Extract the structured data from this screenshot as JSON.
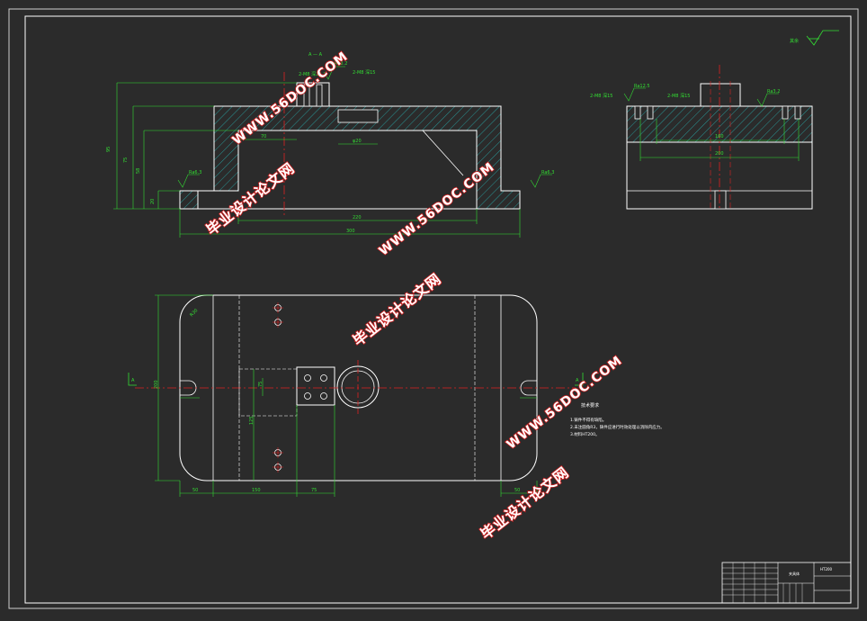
{
  "drawing": {
    "section_label": "A — A",
    "roughness_label": "其余",
    "roughness_values": {
      "r1": "Ra3.2",
      "r2": "Ra6.3",
      "r3": "Ra6.3",
      "r4": "Ra12.5",
      "r5": "Ra3.2"
    },
    "front_view_dims": {
      "overall_width": "300",
      "inner_width": "220",
      "slot_width": "70",
      "hole_dim": "φ20",
      "height_total": "95",
      "height_mid": "75",
      "height_inner": "58",
      "height_low": "20",
      "thread_note_1": "2-M8 深15",
      "thread_note_2": "2-M8 深15"
    },
    "side_view_dims": {
      "width_top": "160",
      "width_bottom": "200",
      "thread_note_left": "2-M8 深15",
      "thread_note_right": "2-M8 深15"
    },
    "plan_view_dims": {
      "length_1": "50",
      "length_2": "150",
      "length_3": "75",
      "length_4": "50",
      "height_1": "200",
      "height_2": "125",
      "height_3": "75",
      "radius": "R30",
      "section_marker_left": "A",
      "section_marker_right": "A"
    },
    "tech_requirements": {
      "title": "技术要求",
      "lines": [
        "1.铸件不得有缺陷。",
        "2.未注圆角R3，铸件应进行时效处理以消除内应力。",
        "3.材料HT200。"
      ]
    },
    "watermarks": [
      {
        "line1": "毕业设计论文网",
        "line2": "WWW.56DOC.COM"
      },
      {
        "line1": "毕业设计论文网",
        "line2": "WWW.56DOC.COM"
      },
      {
        "line1": "毕业设计论文网",
        "line2": "WWW.56DOC.COM"
      }
    ],
    "title_block": {
      "part_name": "夹具体",
      "code": "HT200"
    }
  },
  "colors": {
    "background": "#2b2b2b",
    "outline": "#ffffff",
    "dimension": "#33dd33",
    "hatch": "#28b0b0",
    "center_line": "#dd2222"
  }
}
